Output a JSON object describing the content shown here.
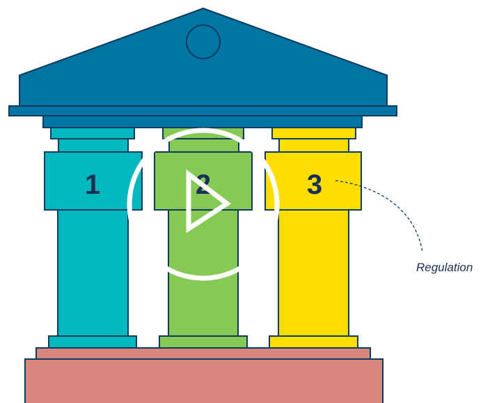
{
  "pillars": [
    {
      "number": "1",
      "color": "#00b8bd"
    },
    {
      "number": "2",
      "color": "#86c955"
    },
    {
      "number": "3",
      "color": "#ffdd00"
    }
  ],
  "callout": {
    "label": "Regulation"
  },
  "colors": {
    "roof": "#0075a3",
    "outline": "#0b3b5e",
    "base": "#d9877c",
    "play_overlay": "#ffffff"
  },
  "icons": {
    "play": "play-icon"
  }
}
